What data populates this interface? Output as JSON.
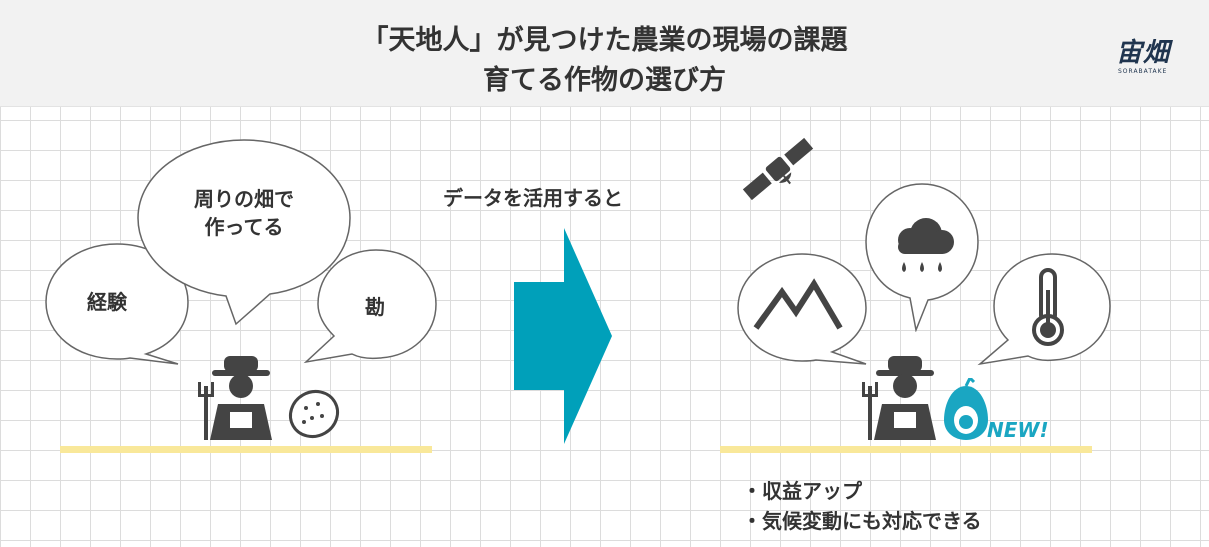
{
  "header": {
    "title_line1": "「天地人」が見つけた農業の現場の課題",
    "title_line2": "育てる作物の選び方",
    "logo_text": "宙畑",
    "logo_sub": "SORABATAKE"
  },
  "left": {
    "bubble_top": [
      "周りの畑で",
      "作ってる"
    ],
    "bubble_left": "経験",
    "bubble_right": "勘"
  },
  "middle": {
    "label": "データを活用すると",
    "arrow_color": "#00a0ba"
  },
  "right": {
    "new_label": "NEW!",
    "bullets": [
      "・収益アップ",
      "・気候変動にも対応できる"
    ]
  },
  "colors": {
    "ground": "#f9e89a",
    "icon": "#444444",
    "accent": "#1aa6c2"
  },
  "icons": [
    "satellite-icon",
    "mountain-icon",
    "rain-cloud-icon",
    "thermometer-icon",
    "farmer-icon",
    "potato-icon",
    "avocado-icon"
  ]
}
